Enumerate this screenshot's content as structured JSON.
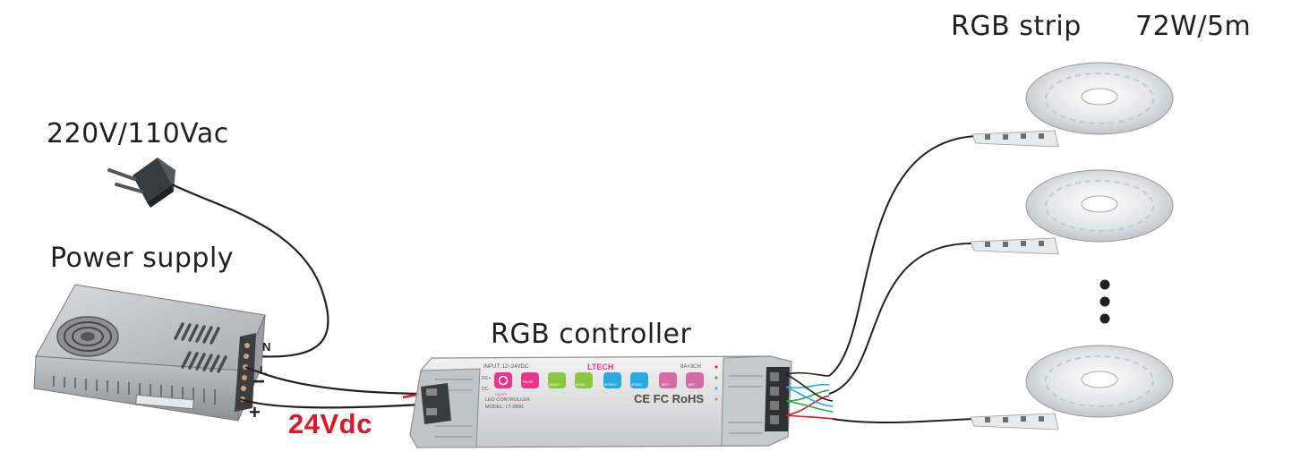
{
  "labels": {
    "ac_input": "220V/110Vac",
    "power_supply": "Power supply",
    "rgb_controller": "RGB controller",
    "rgb_strip": "RGB strip",
    "strip_rating": "72W/5m",
    "dc_voltage": "24Vdc"
  },
  "terminals": {
    "n": "N",
    "l": "L",
    "minus": "−",
    "plus": "+"
  },
  "controller": {
    "brand": "LTECH",
    "input_spec": "INPUT: 12~24VDC",
    "channel_spec": "8A×3CH",
    "dc_plus": "DC+",
    "dc_minus": "DC-",
    "product_name": "LED CONTROLLER",
    "model": "MODEL: LT-3600",
    "certifications": "CE FC RoHS",
    "buttons": [
      "ON/OFF",
      "PAUSE",
      "MODE+",
      "MODE-",
      "SPEED+",
      "SPEED-",
      "BRT+",
      "BRT-"
    ]
  },
  "colors": {
    "wire": "#231f20",
    "dc_label": "#d7192b",
    "power_button": "#e8368f",
    "mode_button": "#8dc63f",
    "speed_button": "#29a9e1",
    "brt_button": "#d66ba8"
  }
}
